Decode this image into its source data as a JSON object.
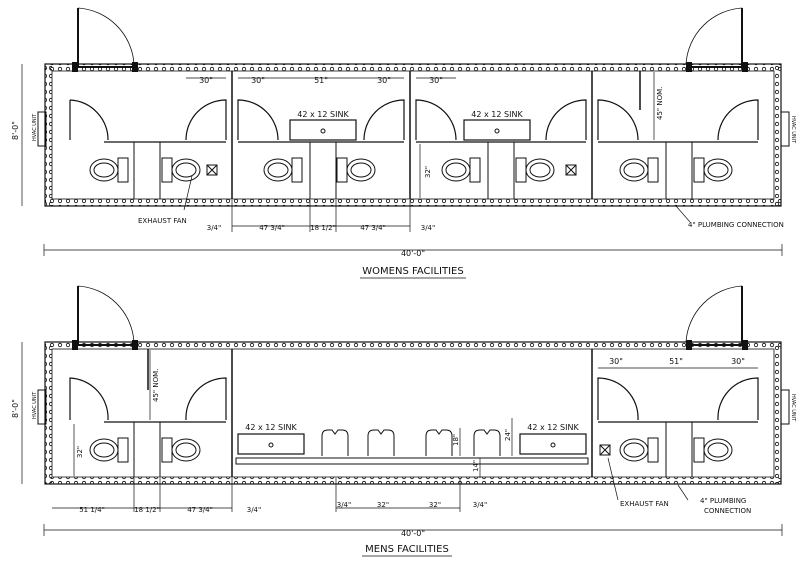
{
  "women": {
    "title": "WOMENS FACILITIES",
    "overall": "40'-0\"",
    "height": "8'-0\"",
    "hvac": "HVAC UNIT",
    "exhaust": "EXHAUST FAN",
    "plumbing": "4\" PLUMBING CONNECTION",
    "nom": "45\" NOM.",
    "sink": "42 x 12 SINK",
    "dim32": "32\"",
    "top_dims": [
      "30\"",
      "30\"",
      "51\"",
      "30\"",
      "30\""
    ],
    "bottom_dims": [
      "3/4\"",
      "47 3/4\"",
      "18 1/2\"",
      "47 3/4\"",
      "3/4\""
    ]
  },
  "men": {
    "title": "MENS FACILITIES",
    "overall": "40'-0\"",
    "height": "8'-0\"",
    "hvac": "HVAC UNIT",
    "exhaust": "EXHAUST FAN",
    "plumbing_1": "4\" PLUMBING",
    "plumbing_2": "CONNECTION",
    "nom": "45\" NOM.",
    "sink": "42 x 12 SINK",
    "dim32": "32\"",
    "dim18": "18\"",
    "dim24": "24\"",
    "dim14": "14\"",
    "top_dims": [
      "30\"",
      "51\"",
      "30\""
    ],
    "bottom_left_dims": [
      "51 1/4\"",
      "18 1/2\"",
      "47 3/4\"",
      "3/4\""
    ],
    "bottom_mid_dims": [
      "3/4\"",
      "32\"",
      "32\"",
      "3/4\""
    ]
  }
}
